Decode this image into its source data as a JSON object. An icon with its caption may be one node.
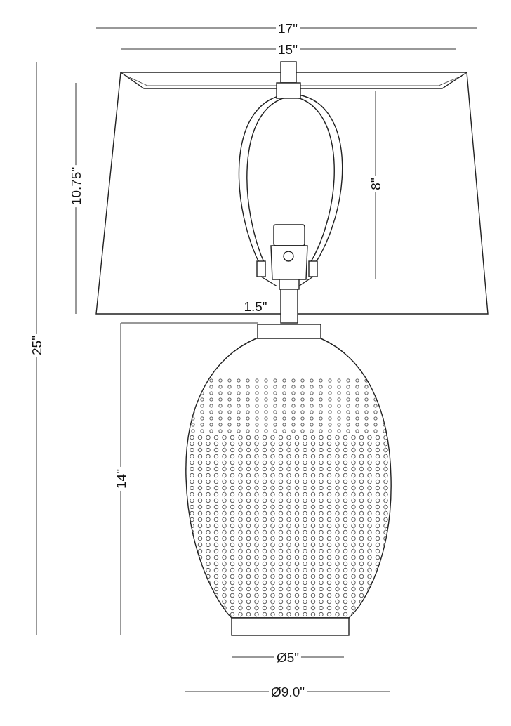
{
  "diagram": {
    "labels": [
      "17\"",
      "15\"",
      "10.75\"",
      "8\"",
      "25\"",
      "1.5\"",
      "14\"",
      "Ø5\"",
      "Ø9.0\""
    ]
  }
}
